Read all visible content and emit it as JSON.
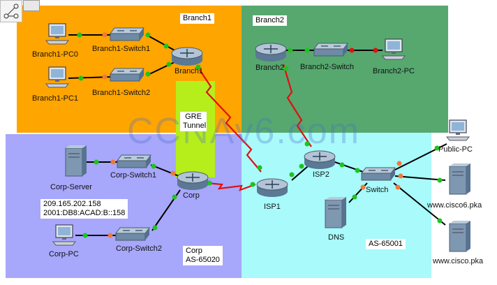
{
  "zones": {
    "branch1": {
      "label": "Branch1",
      "color": "#ffa500"
    },
    "branch2": {
      "label": "Branch2",
      "color": "#56a86f"
    },
    "gre": {
      "label_line1": "GRE",
      "label_line2": "Tunnel",
      "color": "#b6ee1c"
    },
    "corp": {
      "label_line1": "Corp",
      "label_line2": "AS-65020",
      "color": "#a7a7fb"
    },
    "isp": {
      "label": "AS-65001",
      "color": "#a8fafb"
    }
  },
  "devices": {
    "branch1_pc0": "Branch1-PC0",
    "branch1_pc1": "Branch1-PC1",
    "branch1_switch1": "Branch1-Switch1",
    "branch1_switch2": "Branch1-Switch2",
    "branch1_router": "Branch1",
    "branch2_router": "Branch2",
    "branch2_switch": "Branch2-Switch",
    "branch2_pc": "Branch2-PC",
    "corp_server": "Corp-Server",
    "corp_switch1": "Corp-Switch1",
    "corp_router": "Corp",
    "corp_pc": "Corp-PC",
    "corp_switch2": "Corp-Switch2",
    "isp1": "ISP1",
    "isp2": "ISP2",
    "switch": "Switch",
    "dns": "DNS",
    "public_pc": "Public-PC",
    "cisco6": "www.cisco6.pka",
    "cisco": "www.cisco.pka"
  },
  "address_note": {
    "ipv4": "209.165.202.158",
    "ipv6": "2001:DB8:ACAD:B::158"
  },
  "watermark": "CCNAv6.com"
}
